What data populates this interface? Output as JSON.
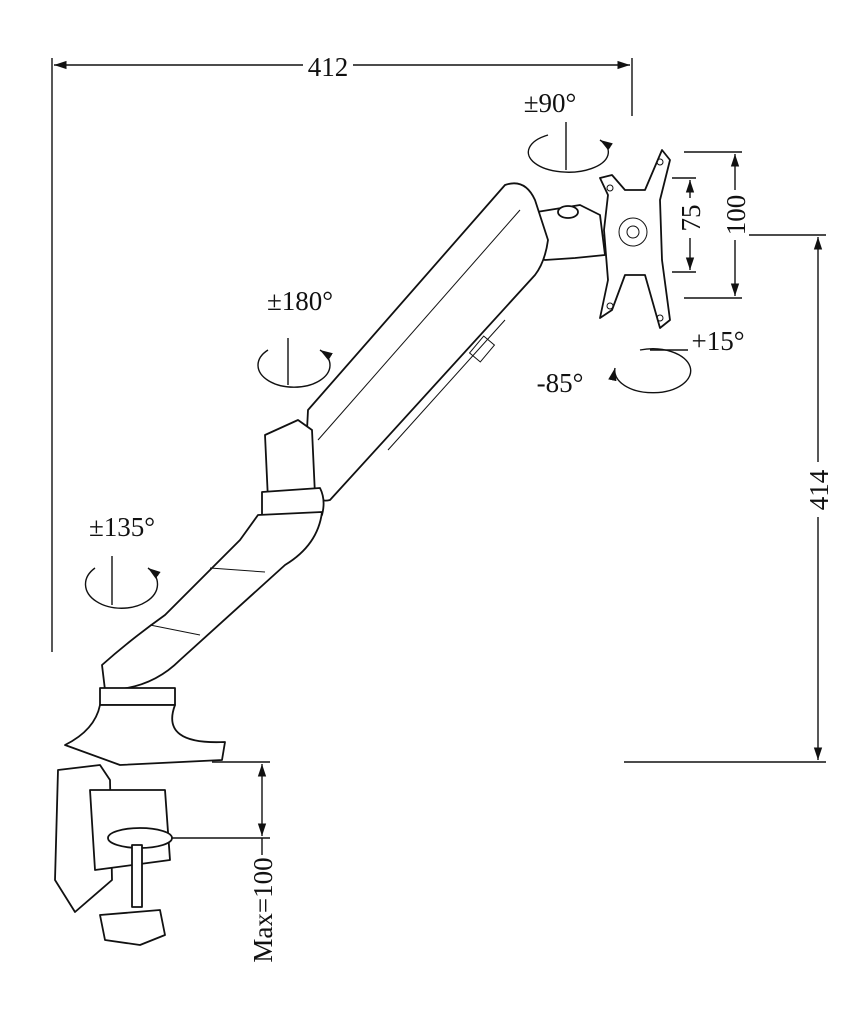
{
  "dimensions": {
    "reach_width": "412",
    "height": "414",
    "vesa_small": "75",
    "vesa_large": "100",
    "clamp_max": "Max=100"
  },
  "rotations": {
    "head_swivel": "±90°",
    "tilt_up": "+15°",
    "tilt_down": "-85°",
    "elbow": "±180°",
    "base": "±135°"
  }
}
